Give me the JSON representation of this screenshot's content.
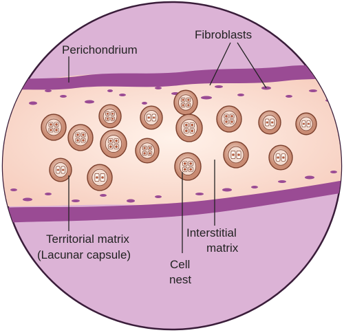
{
  "labels": {
    "perichondrium": "Perichondrium",
    "fibroblasts": "Fibroblasts",
    "territorial_matrix_line1": "Territorial matrix",
    "territorial_matrix_line2": "(Lacunar capsule)",
    "interstitial_matrix_line1": "Interstitial",
    "interstitial_matrix_line2": "matrix",
    "cell_nest_line1": "Cell",
    "cell_nest_line2": "nest"
  },
  "colors": {
    "background_circle": "#dcb3d6",
    "circle_outline": "#3a1d3a",
    "perichondrium_band": "#9a4b94",
    "matrix_center": "#fff2ea",
    "matrix_edge": "#f7cfc0",
    "lacuna_fill": "#c98b73",
    "lacuna_outline": "#7a3f2c",
    "chondrocyte": "#f3ddd2",
    "nucleus": "#b25a3d",
    "leader_line": "#222222"
  }
}
